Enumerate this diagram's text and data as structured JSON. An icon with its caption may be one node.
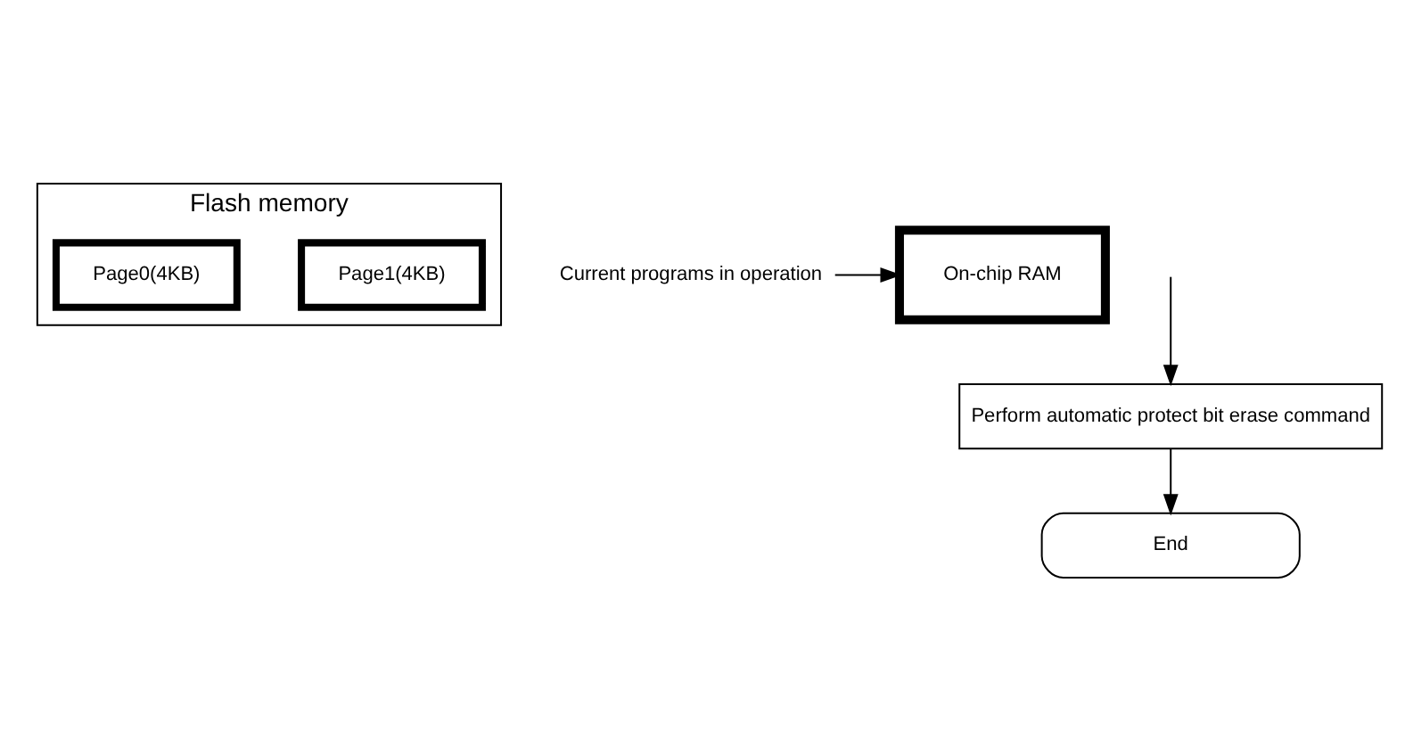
{
  "diagram": {
    "nodes": [
      {
        "text": [
          "Flash memory"
        ]
      },
      {
        "text": [
          "Page1(4KB)"
        ],
        "in": 0
      },
      {
        "text": [
          "Page0(4KB)"
        ],
        "in": 0
      },
      {
        "text": [
          "On-chip RAM"
        ]
      },
      {
        "text": [
          "Current programs in operation"
        ]
      },
      {
        "text": [
          "Perform automatic protect bit erase command"
        ]
      },
      {
        "text": [
          "End"
        ]
      }
    ],
    "edges": [
      {
        "from": 4,
        "to": 3,
        "arrow": "to"
      },
      {
        "from": null,
        "to": 5,
        "arrow": "to"
      },
      {
        "from": 5,
        "to": 6,
        "arrow": "to"
      }
    ]
  }
}
